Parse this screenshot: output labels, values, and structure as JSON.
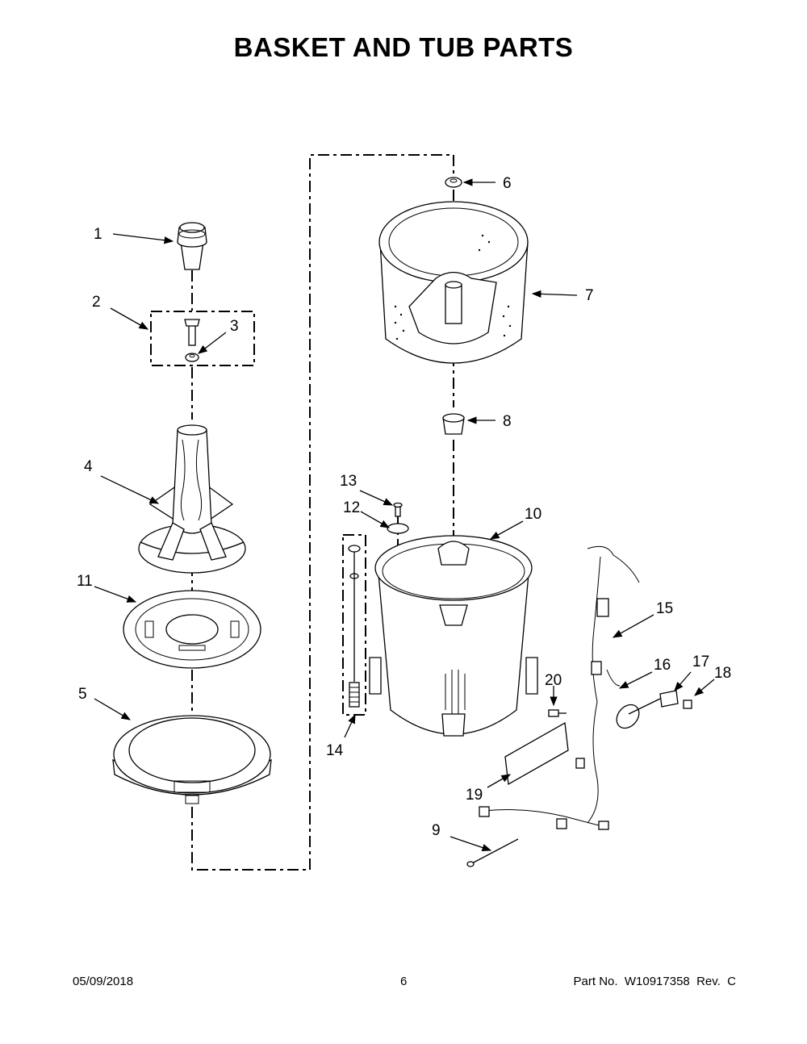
{
  "title": "BASKET AND TUB PARTS",
  "callouts": {
    "c1": "1",
    "c2": "2",
    "c3": "3",
    "c4": "4",
    "c5": "5",
    "c6": "6",
    "c7": "7",
    "c8": "8",
    "c9": "9",
    "c10": "10",
    "c11": "11",
    "c12": "12",
    "c13": "13",
    "c14": "14",
    "c15": "15",
    "c16": "16",
    "c17": "17",
    "c18": "18",
    "c19": "19",
    "c20": "20"
  },
  "footer": {
    "date": "05/09/2018",
    "page": "6",
    "part_number": "Part No.  W10917358  Rev.  C"
  }
}
